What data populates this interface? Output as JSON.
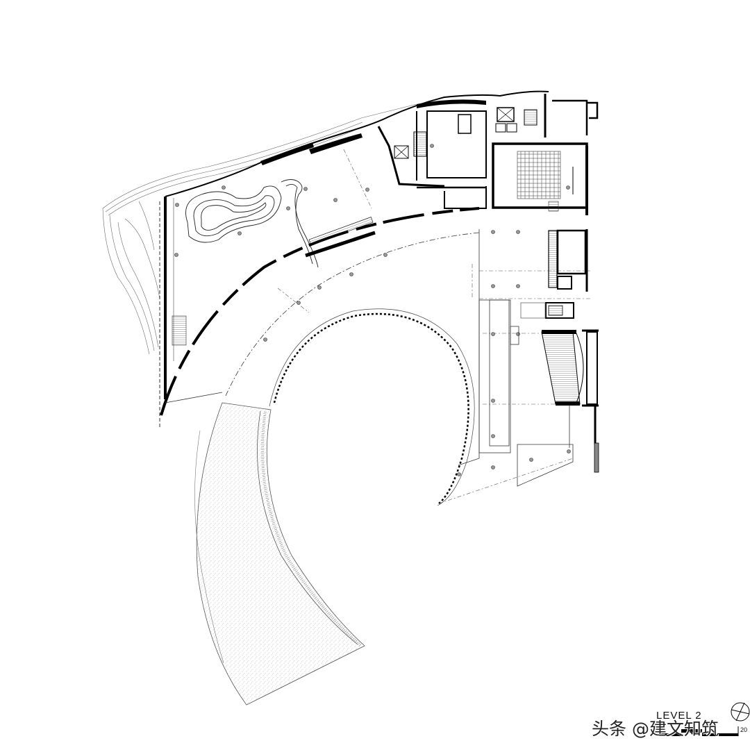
{
  "drawing": {
    "type": "architectural floor plan",
    "level_label": "LEVEL 2",
    "scale_bar": {
      "end_label": "20"
    },
    "north_arrow": "north-arrow-circle",
    "colors": {
      "line": "#000000",
      "background": "#ffffff",
      "hatch": "#bdbdbd"
    }
  },
  "watermark": {
    "text": "头条 @建文知筑"
  }
}
